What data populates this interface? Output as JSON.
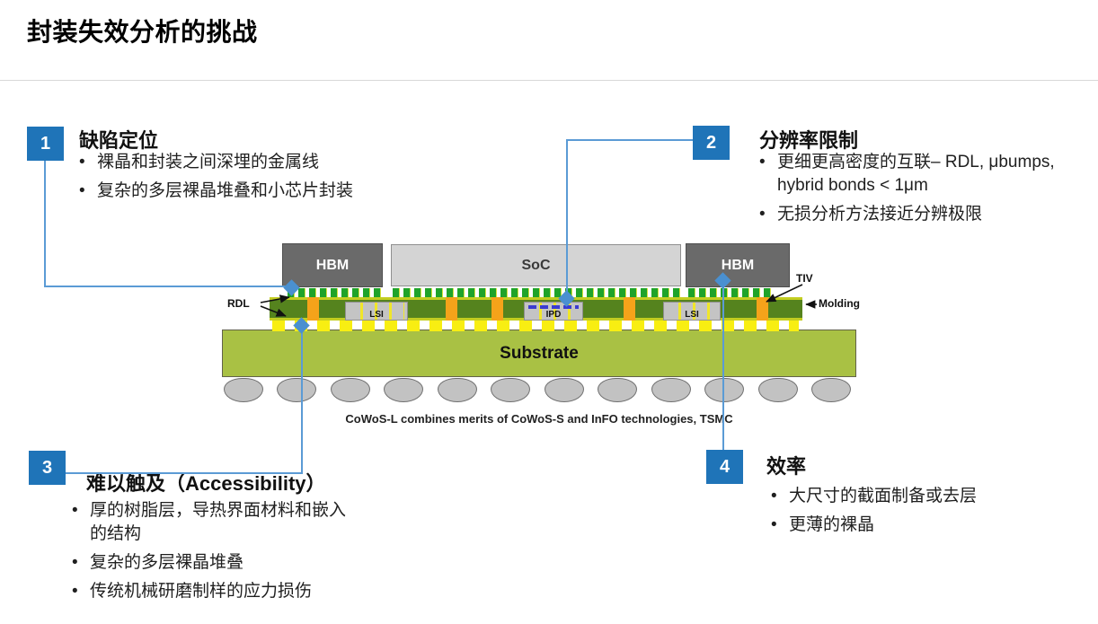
{
  "slide": {
    "title": "封装失效分析的挑战",
    "caption": "CoWoS-L combines merits of CoWoS-S and InFO technologies, TSMC"
  },
  "callouts": [
    {
      "num": "1",
      "title": "缺陷定位",
      "bullets": [
        "裸晶和封装之间深埋的金属线",
        "复杂的多层裸晶堆叠和小芯片封装"
      ]
    },
    {
      "num": "2",
      "title": "分辨率限制",
      "bullets": [
        "更细更高密度的互联– RDL, μbumps, hybrid bonds < 1μm",
        "无损分析方法接近分辨极限"
      ]
    },
    {
      "num": "3",
      "title": "难以触及（Accessibility）",
      "bullets": [
        "厚的树脂层，导热界面材料和嵌入的结构",
        "复杂的多层裸晶堆叠",
        "传统机械研磨制样的应力损伤"
      ]
    },
    {
      "num": "4",
      "title": "效率",
      "bullets": [
        "大尺寸的截面制备或去层",
        "更薄的裸晶"
      ]
    }
  ],
  "diagram": {
    "hbm_left": "HBM",
    "soc": "SoC",
    "hbm_right": "HBM",
    "rdl": "RDL",
    "tiv": "TIV",
    "molding": "Molding",
    "lsi_left": "LSI",
    "ipd": "IPD",
    "lsi_right": "LSI",
    "substrate": "Substrate"
  },
  "colors": {
    "callout_square_blue": "#1f74b8",
    "connector_blue": "#5b9bd5",
    "hbm_gray": "#6a6a6a",
    "soc_gray": "#d4d4d4",
    "molding_green": "#55831e",
    "rdl_yellow_green": "#c3cd20",
    "tiv_orange": "#f5a31a",
    "microbump_green": "#1fa32a",
    "bump_yellow": "#f8ee12",
    "substrate_green": "#a9c144",
    "embedded_die_gray": "#c4c4c4",
    "ipd_dash_blue": "#3b3bd1",
    "ball_gray": "#c2c2c2"
  }
}
